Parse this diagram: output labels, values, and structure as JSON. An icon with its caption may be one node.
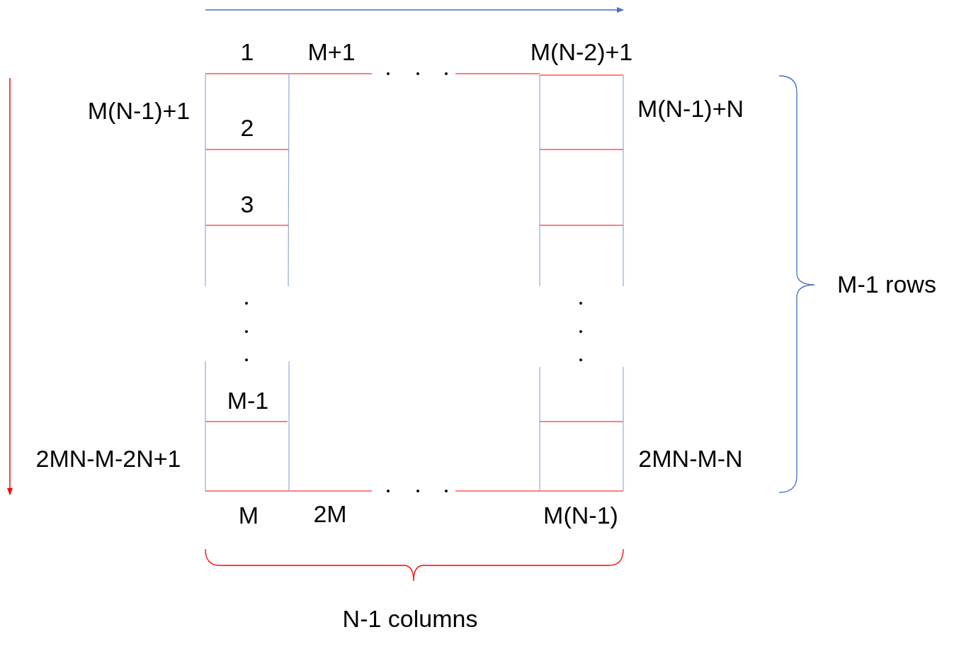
{
  "diagram": {
    "labels": [
      "1",
      "M+1",
      "M(N-2)+1",
      "M(N-1)+1",
      "2",
      "M(N-1)+N",
      "3",
      "M-1 rows",
      "M-1",
      "2MN-M-2N+1",
      "2MN-M-N",
      "M",
      "2M",
      "M(N-1)",
      "N-1 columns"
    ]
  }
}
